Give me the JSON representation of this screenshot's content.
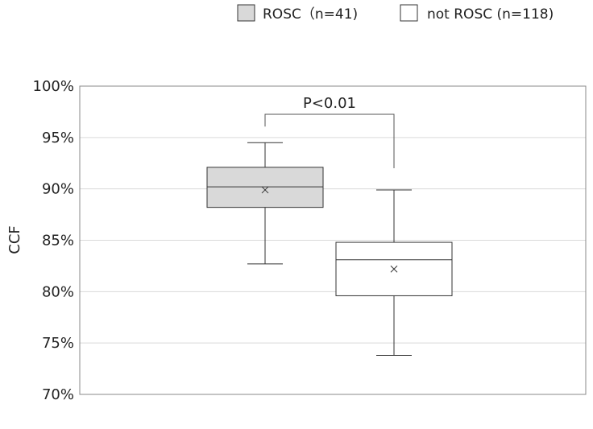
{
  "chart_data": {
    "type": "box",
    "ylabel": "CCF",
    "ylim": [
      70,
      100
    ],
    "yticks": [
      100,
      95,
      90,
      85,
      80,
      75,
      70
    ],
    "ytick_labels": [
      "100%",
      "95%",
      "90%",
      "85%",
      "80%",
      "75%",
      "70%"
    ],
    "grid": true,
    "legend_position": "top-right",
    "series": [
      {
        "name": "ROSC（n=41)",
        "fill": "#d9d9d9",
        "min": 82.7,
        "q1": 88.2,
        "median": 90.2,
        "q3": 92.1,
        "max": 94.5,
        "mean": 89.9
      },
      {
        "name": "not ROSC (n=118)",
        "fill": "#ffffff",
        "min": 73.8,
        "q1": 79.6,
        "median": 83.1,
        "q3": 84.8,
        "max": 89.9,
        "mean": 82.2
      }
    ],
    "annotation": {
      "text": "P<0.01"
    }
  }
}
